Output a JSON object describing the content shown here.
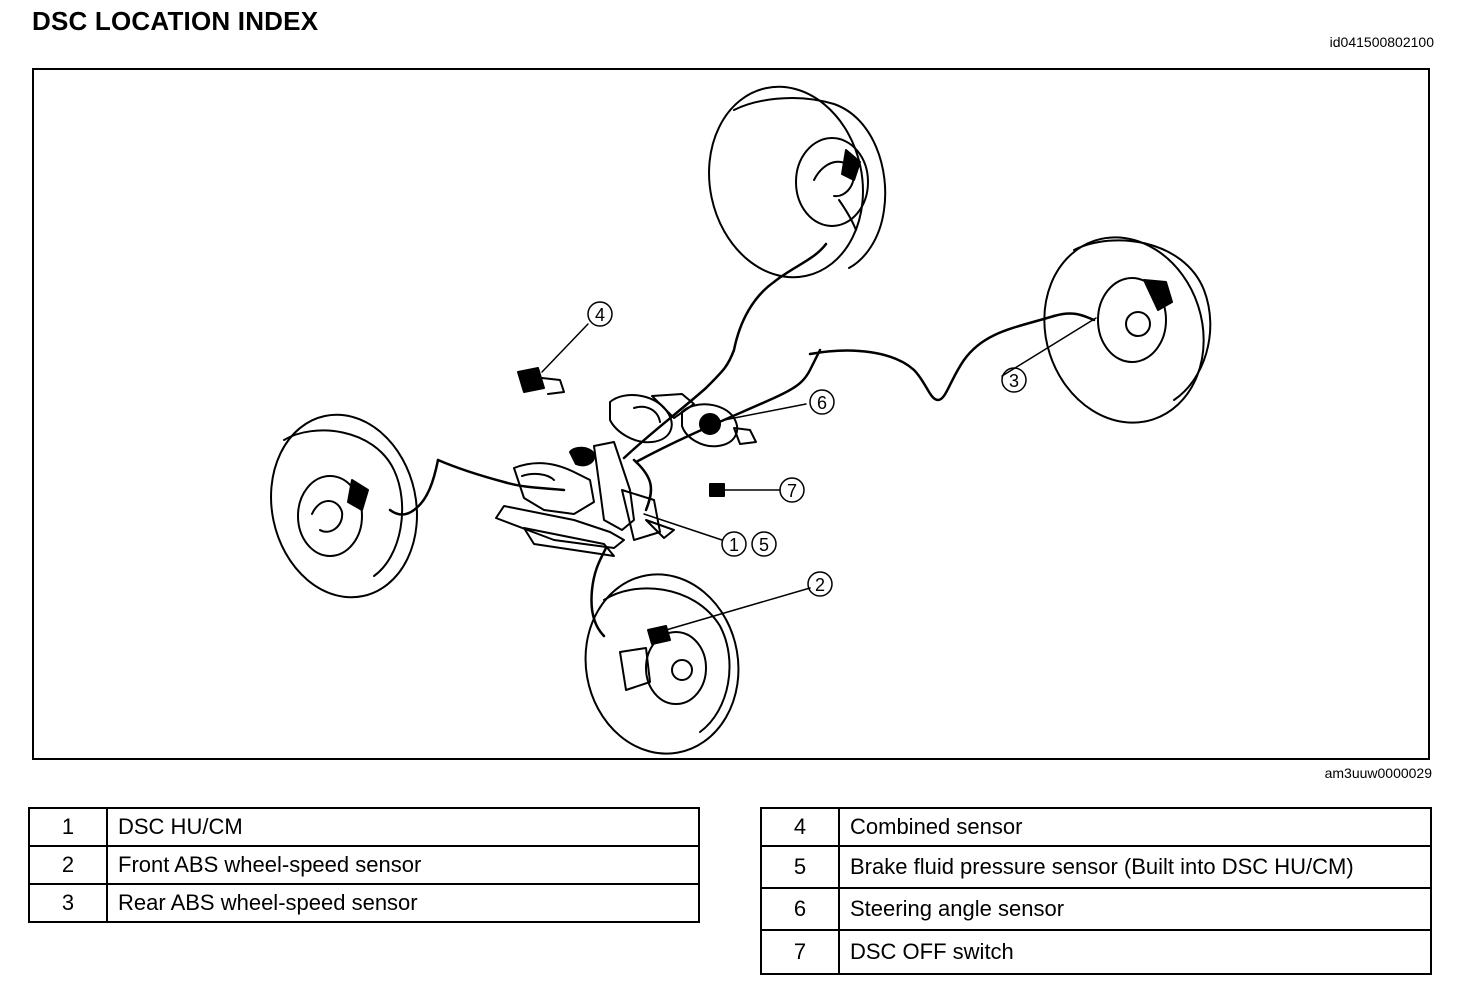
{
  "title": "DSC LOCATION INDEX",
  "doc_id": "id041500802100",
  "figure_id": "am3uuw0000029",
  "callouts": {
    "c1": "1",
    "c2": "2",
    "c3": "3",
    "c4": "4",
    "c5": "5",
    "c6": "6",
    "c7": "7"
  },
  "legend_left": [
    {
      "num": "1",
      "label": "DSC HU/CM"
    },
    {
      "num": "2",
      "label": "Front ABS wheel-speed sensor"
    },
    {
      "num": "3",
      "label": "Rear ABS wheel-speed sensor"
    }
  ],
  "legend_right": [
    {
      "num": "4",
      "label": "Combined sensor"
    },
    {
      "num": "5",
      "label": "Brake fluid pressure sensor (Built into DSC HU/CM)"
    },
    {
      "num": "6",
      "label": "Steering angle sensor"
    },
    {
      "num": "7",
      "label": "DSC OFF switch"
    }
  ]
}
